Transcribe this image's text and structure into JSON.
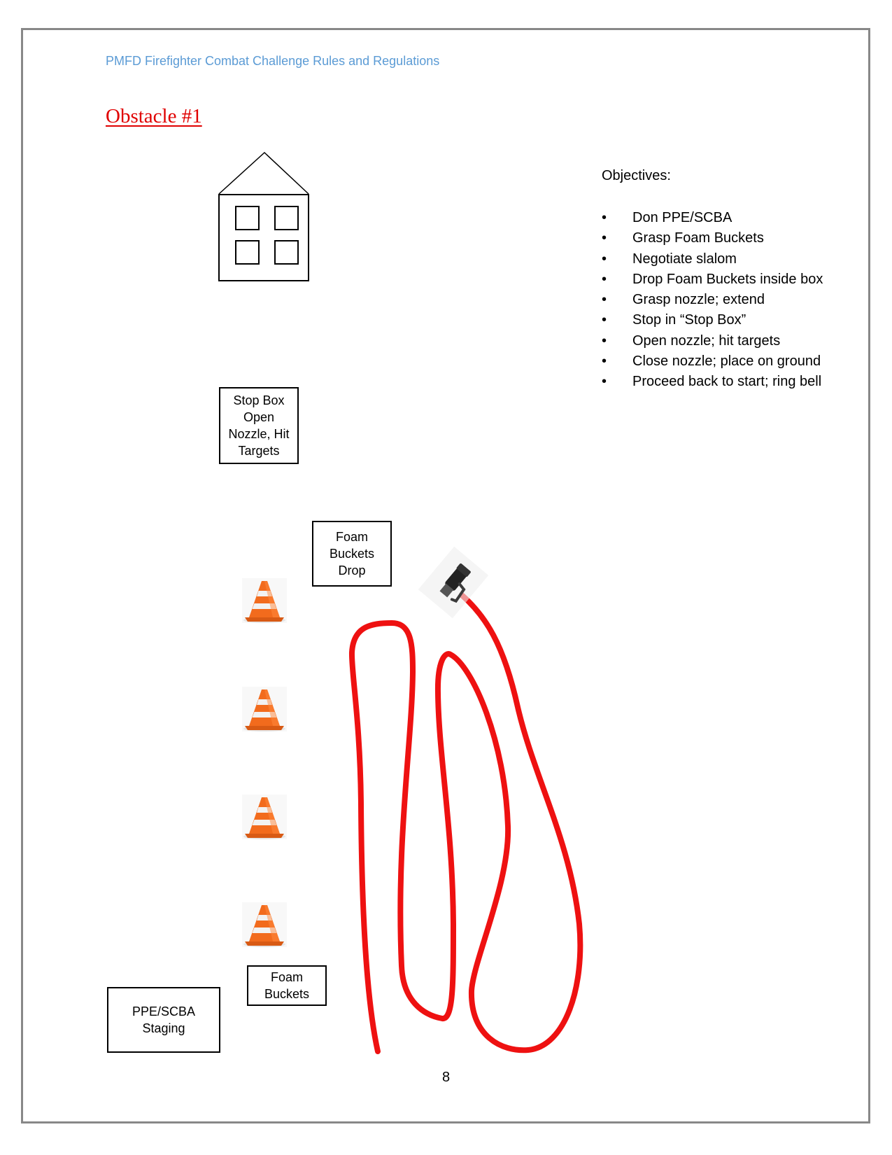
{
  "header": {
    "running_title": "PMFD Firefighter Combat Challenge Rules and Regulations"
  },
  "obstacle": {
    "title": "Obstacle #1"
  },
  "diagram": {
    "stop_box_label": "Stop Box\nOpen\nNozzle, Hit\nTargets",
    "foam_drop_label": "Foam\nBuckets\nDrop",
    "foam_buckets_label": "Foam\nBuckets",
    "staging_label": "PPE/SCBA\nStaging",
    "icons": [
      "building-icon",
      "traffic-cone-icon",
      "hose-nozzle-icon"
    ],
    "colors": {
      "hose": "#ee1111",
      "cone_orange": "#f26b1d",
      "cone_stripe": "#f2f2f2"
    }
  },
  "objectives": {
    "heading": "Objectives:",
    "bullet": "•",
    "items": [
      "Don PPE/SCBA",
      "Grasp Foam Buckets",
      "Negotiate slalom",
      "Drop Foam Buckets inside box",
      "Grasp nozzle; extend",
      "Stop in “Stop Box”",
      "Open nozzle; hit targets",
      "Close nozzle; place on ground",
      "Proceed back to start; ring bell"
    ]
  },
  "footer": {
    "page_number": "8"
  },
  "colors": {
    "header_text": "#5b9bd5",
    "title_text": "#e00000",
    "frame_border": "#888888"
  }
}
